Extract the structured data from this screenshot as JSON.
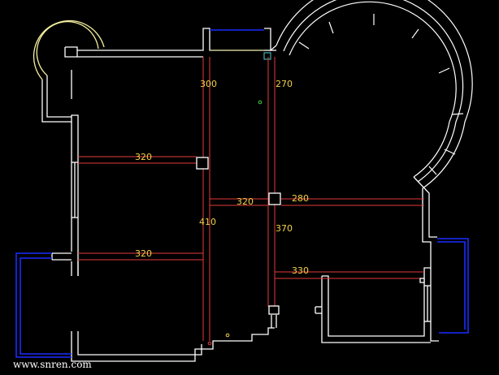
{
  "colors": {
    "wall": "#ffffff",
    "dimension_line": "#e53a3a",
    "dimension_text": "#f2d24a",
    "window_blue": "#1a2cff",
    "curve_yellow": "#f5f0a0",
    "column": "#ffffff",
    "marker_cyan": "#4fd0d0",
    "marker_green": "#41d041",
    "background": "#000000"
  },
  "dimensions": {
    "d300": "300",
    "d270": "270",
    "d320_top": "320",
    "d320_mid": "320",
    "d280": "280",
    "d410": "410",
    "d370": "370",
    "d320_low": "320",
    "d330": "330"
  },
  "watermark": "www.snren.com"
}
